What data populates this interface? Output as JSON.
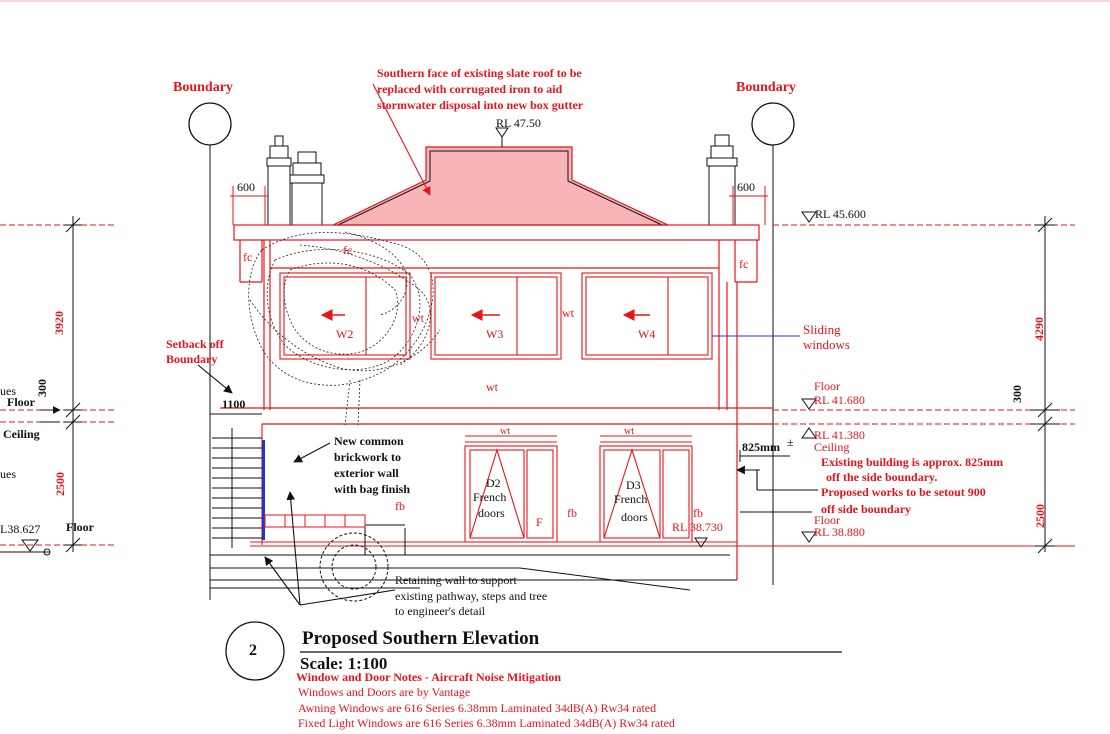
{
  "colors": {
    "red": "#e8141c",
    "roof_fill": "#f7b5b8",
    "ink": "#111111",
    "blue": "#2233cc"
  },
  "boundary_left": "Boundary",
  "boundary_right": "Boundary",
  "roof_note": [
    "Southern face of existing slate roof to be",
    "replaced with corrugated iron to aid",
    "stormwater disposal into new box gutter"
  ],
  "rl_ridge": "RL 47.50",
  "rl_eave": "RL 45.600",
  "setback_600_left": "600",
  "setback_600_right": "600",
  "fc_left": "fc",
  "fc_top": "fc",
  "fc_right": "fc",
  "wt_labels": {
    "wt_w2": "wt",
    "wt_w3": "wt",
    "wt_mid": "wt",
    "wt_d2": "wt",
    "wt_d3": "wt"
  },
  "windows": {
    "w2": "W2",
    "w3": "W3",
    "w4": "W4"
  },
  "sliding_windows": [
    "Sliding",
    "windows"
  ],
  "setback_note": [
    "Setback off",
    "Boundary"
  ],
  "dim_1100": "1100",
  "dim_3920": "3920",
  "dim_300_left": "300",
  "dim_2500_left": "2500",
  "dim_4290": "4290",
  "dim_300_right": "300",
  "dim_2500_right": "2500",
  "left_labels": {
    "ues_top": "ues",
    "floor_left": "Floor",
    "ceiling_left": "Ceiling",
    "ues_bottom": "ues",
    "rl_left": "L38.627",
    "floor_left_bottom": "Floor"
  },
  "brick_note": [
    "New common",
    "brickwork to",
    "exterior wall",
    "with bag finish"
  ],
  "fb_labels": {
    "fb1": "fb",
    "fb2": "fb",
    "fb3": "fb"
  },
  "doors": {
    "d2": [
      "D2",
      "French",
      "doors"
    ],
    "d2_f": "F",
    "d3": [
      "D3",
      "French",
      "doors"
    ]
  },
  "rl_ground": "RL 38.730",
  "right_levels": {
    "floor_label": "Floor",
    "floor_rl": "RL 41.680",
    "ceiling_rl": "RL 41.380",
    "ceiling_label": "Ceiling",
    "bottom_floor_label": "Floor",
    "bottom_rl": "RL 38.880"
  },
  "dim_825": "825mm",
  "dim_825_sym": "±",
  "existing_note": [
    "Existing building is approx. 825mm",
    "off the side boundary."
  ],
  "proposed_note": [
    "Proposed works to be setout 900",
    "off side boundary"
  ],
  "retaining_note": [
    "Retaining wall to support",
    "existing pathway, steps and tree",
    "to engineer's detail"
  ],
  "section_number": "2",
  "title": "Proposed Southern Elevation",
  "scale": "Scale: 1:100",
  "notes_heading": "Window and Door Notes - Aircraft Noise Mitigation",
  "notes": [
    "Windows and Doors are by Vantage",
    "Awning Windows are 616 Series 6.38mm Laminated 34dB(A) Rw34 rated",
    "Fixed Light Windows are 616 Series 6.38mm Laminated 34dB(A) Rw34 rated"
  ]
}
